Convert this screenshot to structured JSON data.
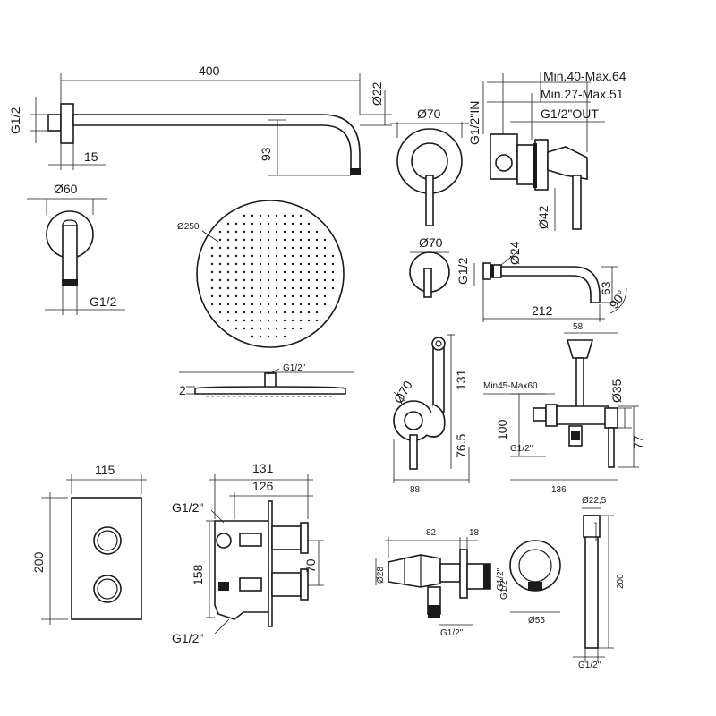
{
  "labels": {
    "arm_length": "400",
    "arm_dia": "Ø22",
    "arm_thread": "G1/2",
    "arm_drop": "93",
    "arm_wall": "15",
    "flange_dia": "Ø60",
    "flange_thread": "G1/2",
    "head_dia": "Ø250",
    "head_thick": "2",
    "head_thread": "G1/2\"",
    "mixer_plate": "Ø70",
    "mixer_in": "G1/2\"IN",
    "mixer_max64": "Min.40-Max.64",
    "mixer_max51": "Min.27-Max.51",
    "mixer_out": "G1/2\"OUT",
    "mixer_body": "Ø42",
    "spout_plate": "Ø70",
    "spout_dia": "Ø24",
    "spout_thread": "G1/2",
    "spout_len": "212",
    "spout_drop": "63",
    "spout_angle": "90°",
    "valve_plate": "Ø70",
    "valve_h1": "131",
    "valve_h2": "76.5",
    "valve_w": "88",
    "bidet_58": "58",
    "bidet_min": "Min45-Max60",
    "bidet_d35": "Ø35",
    "bidet_100": "100",
    "bidet_77": "77",
    "bidet_136": "136",
    "bidet_thread": "G1/2\"",
    "plate_w": "115",
    "plate_h": "200",
    "box_131": "131",
    "box_126": "126",
    "box_158": "158",
    "box_70": "70",
    "box_g_top": "G1/2\"",
    "box_g_bot": "G1/2\"",
    "hose_82": "82",
    "hose_18": "18",
    "hose_d28": "Ø28",
    "hose_g1": "G1/2\"",
    "hose_g2": "G1/2\"",
    "hose_g3": "G1/2\"",
    "elbow_d55": "Ø55",
    "rail_d": "Ø22,5",
    "rail_200": "200",
    "rail_g": "G1/2\""
  }
}
